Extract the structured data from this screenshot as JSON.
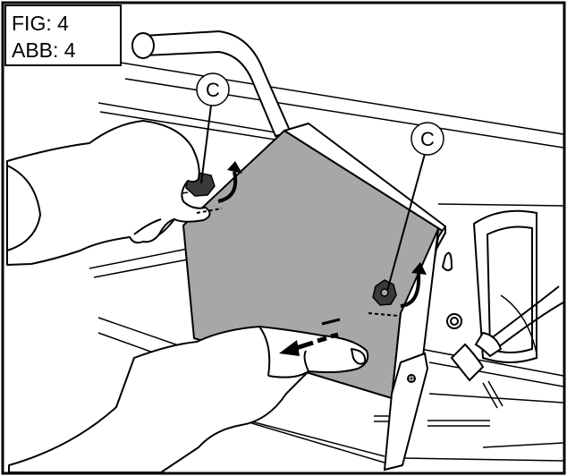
{
  "figure": {
    "fig_label": "FIG: 4",
    "abb_label": "ABB: 4",
    "callouts": [
      "C",
      "C"
    ]
  },
  "colors": {
    "panel_fill": "#a7a7a7",
    "outline": "#000000",
    "background": "#ffffff"
  },
  "icons": [
    "rotate-arrow-icon",
    "slide-arrow-icon",
    "star-knob-icon"
  ]
}
